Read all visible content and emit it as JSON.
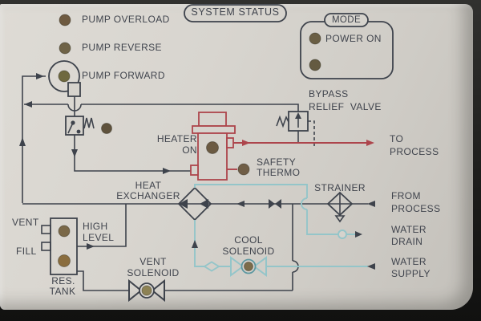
{
  "panel": {
    "title": "SYSTEM STATUS",
    "indicators": {
      "overload": "PUMP OVERLOAD",
      "reverse": "PUMP REVERSE",
      "forward": "PUMP FORWARD"
    },
    "mode": {
      "label": "MODE",
      "power_on": "POWER ON"
    },
    "bypass": {
      "line1": "BYPASS",
      "line2": "RELIEF  VALVE"
    },
    "heater": {
      "line1": "HEATER",
      "line2": "ON"
    },
    "safety": {
      "line1": "SAFETY",
      "line2": "THERMO"
    },
    "to_process": {
      "line1": "TO",
      "line2": "PROCESS"
    },
    "heat_exchanger": {
      "line1": "HEAT",
      "line2": "EXCHANGER"
    },
    "strainer": "STRAINER",
    "from_process": {
      "line1": "FROM",
      "line2": "PROCESS"
    },
    "water_drain": {
      "line1": "WATER",
      "line2": "DRAIN"
    },
    "water_supply": {
      "line1": "WATER",
      "line2": "SUPPLY"
    },
    "tank": {
      "vent": "VENT",
      "fill": "FILL",
      "high": "HIGH",
      "level": "LEVEL",
      "res": "RES.",
      "tank": "TANK"
    },
    "vent_solenoid": {
      "line1": "VENT",
      "line2": "SOLENOID"
    },
    "cool_solenoid": {
      "line1": "COOL",
      "line2": "SOLENOID"
    }
  },
  "palette": {
    "panel_bg": "#d6d3cd",
    "line_dark": "#3e434c",
    "line_red": "#ad454c",
    "line_cyan": "#94c5c9",
    "teal_dark": "#5d97a0",
    "text": "#40444d",
    "led_overload": "#6e5a40",
    "led_reverse": "#6f6347",
    "led_forward": "#6f693f",
    "led_power_on": "#6a5e44",
    "led_mode_2": "#645a41",
    "led_valve": "#5f523c",
    "led_heater": "#6b5a42",
    "led_safety": "#705e46",
    "led_tank_high": "#7a6848",
    "led_tank_low": "#8a6d3e",
    "led_vent_solenoid": "#8d8254",
    "led_cool_solenoid": "#7c6c4a"
  }
}
